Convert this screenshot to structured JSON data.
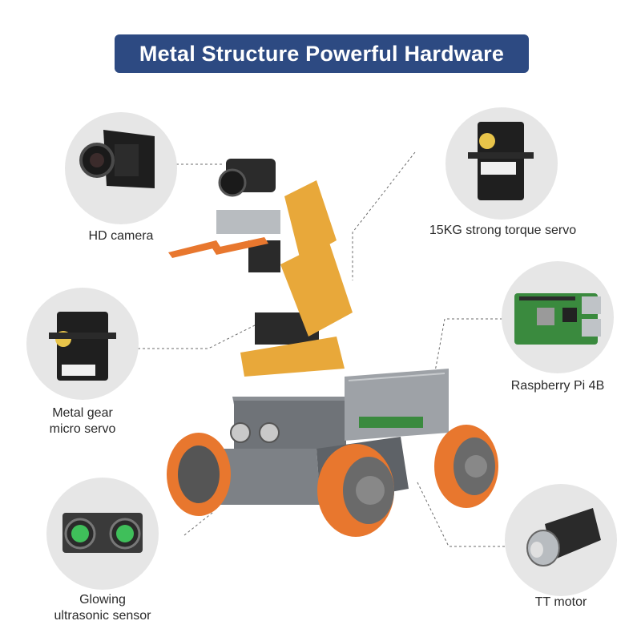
{
  "banner": {
    "title": "Metal Structure Powerful Hardware"
  },
  "features": {
    "hd_camera": "HD camera",
    "servo_15kg": "15KG strong torque servo",
    "micro_servo_line1": "Metal gear",
    "micro_servo_line2": "micro servo",
    "raspberry_pi": "Raspberry Pi 4B",
    "ultrasonic_line1": "Glowing",
    "ultrasonic_line2": "ultrasonic sensor",
    "tt_motor": "TT motor"
  },
  "colors": {
    "banner_bg": "#2d4a82",
    "circle_bg": "#e6e6e6",
    "arm_gold": "#e8a83a",
    "wheel_orange": "#e8772e",
    "pcb_green": "#3a8a3e",
    "sensor_green": "#3fbf5a"
  }
}
